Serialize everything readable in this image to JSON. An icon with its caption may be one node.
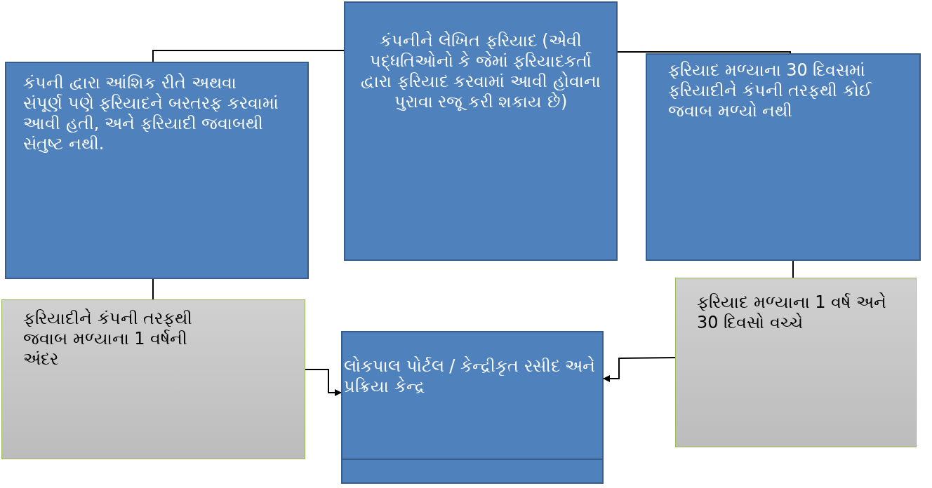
{
  "diagram": {
    "nodes": [
      {
        "text": [
          "કંપનીને લેખિત ફરિયાદ (એવી પદ્ધતિઓનો કે જેમાં ફરિયાદકર્તા દ્વારા ફરિયાદ કરવામાં આવી હોવાના પુરાવા રજૂ કરી શકાય છે)"
        ]
      },
      {
        "text": [
          "કંપની દ્વારા આંશિક રીતે અથવા સંપૂર્ણ પણે ફરિયાદને બરતરફ કરવામાં આવી હતી, અને ફરિયાદી જવાબથી સંતુષ્ટ નથી."
        ]
      },
      {
        "text": [
          "ફરિયાદ મળ્યાના 30 દિવસમાં ફરિયાદીને કંપની તરફથી કોઈ જવાબ મળ્યો નથી"
        ]
      },
      {
        "text": [
          "ફરિયાદીને કંપની તરફથી જવાબ મળ્યાના 1 વર્ષની અંદર"
        ]
      },
      {
        "text": [
          "લોકપાલ પોર્ટલ / કેન્દ્રીકૃત રસીદ અને પ્રક્રિયા કેન્દ્ર"
        ]
      },
      {
        "text": [
          "ફરિયાદ મળ્યાના 1 વર્ષ અને 30 દિવસો વચ્ચે"
        ]
      }
    ],
    "edges": [
      {
        "from": 0,
        "to": 1,
        "arrow": "none"
      },
      {
        "from": 0,
        "to": 2,
        "arrow": "none"
      },
      {
        "from": 1,
        "to": 3,
        "arrow": "none"
      },
      {
        "from": 2,
        "to": 5,
        "arrow": "none"
      },
      {
        "from": 3,
        "to": 4,
        "arrow": "to"
      },
      {
        "from": 5,
        "to": 4,
        "arrow": "to"
      }
    ]
  }
}
